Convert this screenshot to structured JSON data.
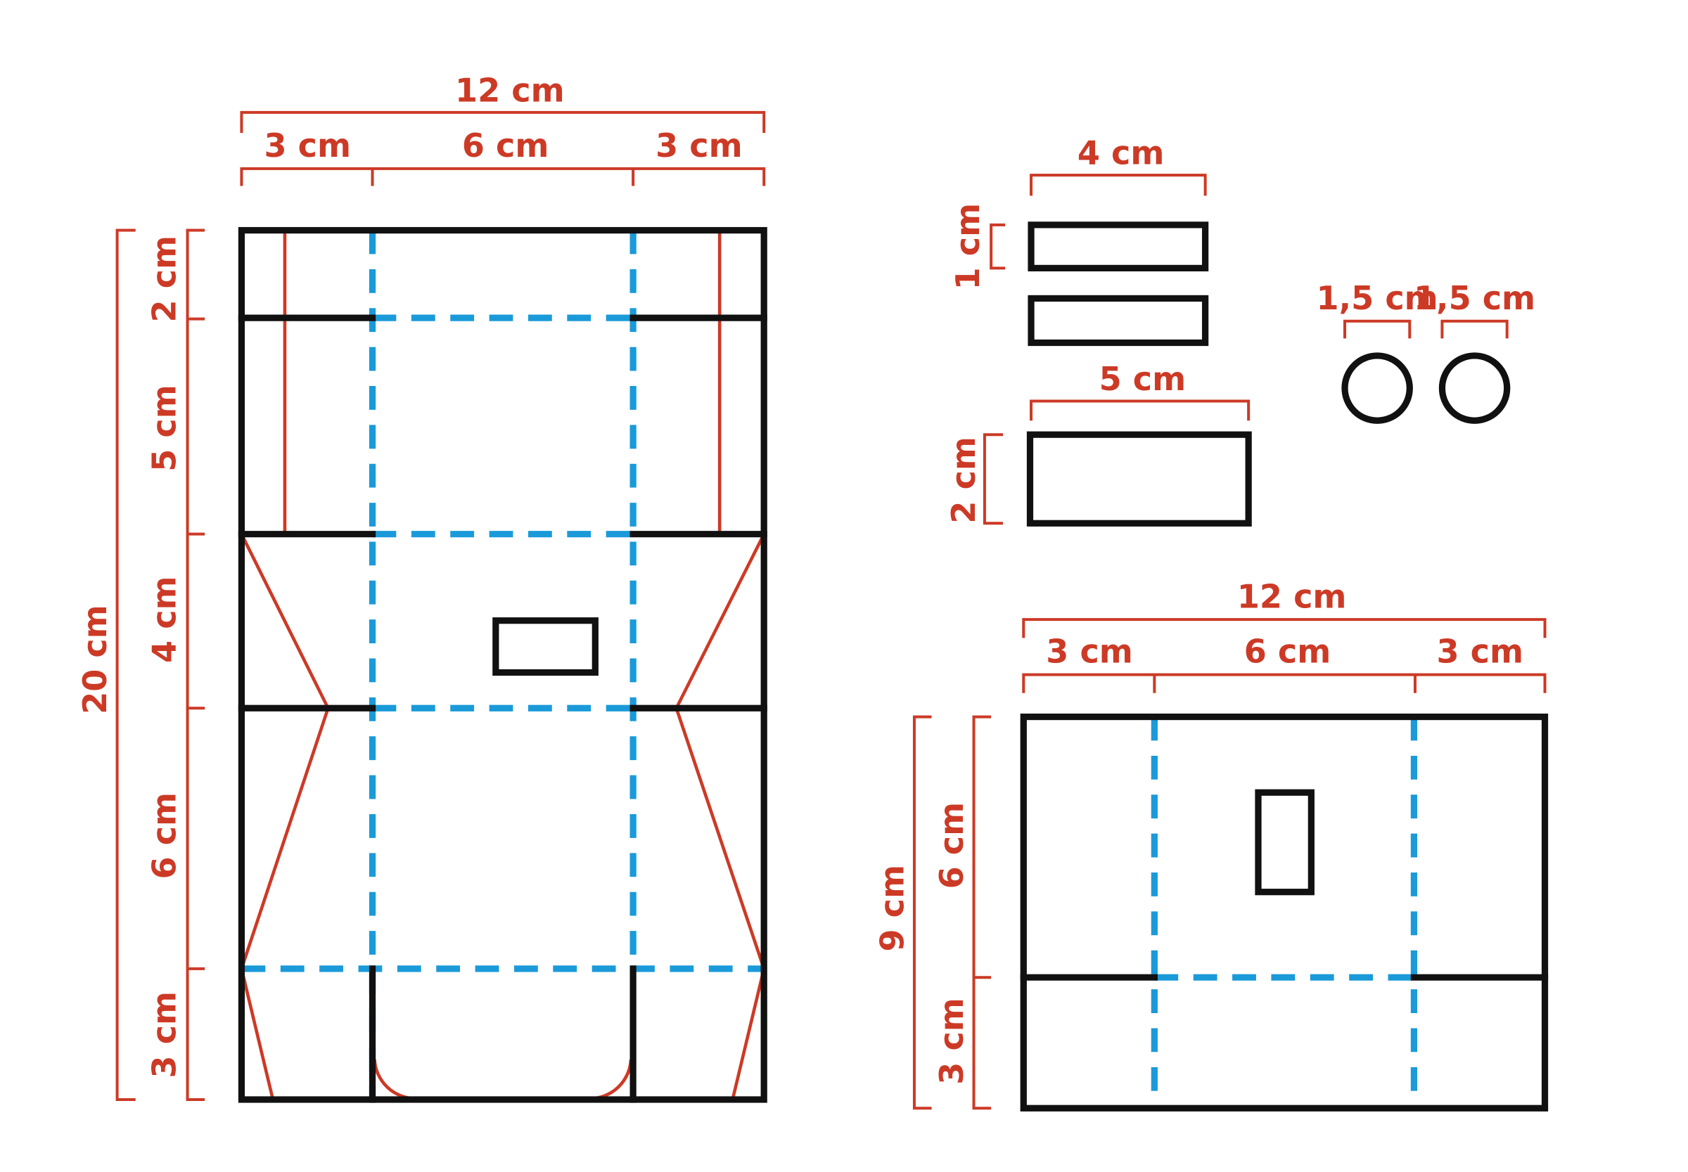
{
  "colors": {
    "cut": "#111111",
    "fold": "#1a9ad9",
    "guide": "#cc3a26"
  },
  "main_template": {
    "width_total": "12 cm",
    "width_left": "3 cm",
    "width_center": "6 cm",
    "width_right": "3 cm",
    "height_total": "20 cm",
    "height_1": "2 cm",
    "height_2": "5 cm",
    "height_3": "4 cm",
    "height_4": "6 cm",
    "height_5": "3 cm"
  },
  "strips": {
    "strip_width": "4 cm",
    "strip_height": "1 cm",
    "plate_width": "5 cm",
    "plate_height": "2 cm"
  },
  "circles": {
    "circle_1": "1,5 cm",
    "circle_2": "1,5 cm"
  },
  "lid_template": {
    "width_total": "12 cm",
    "width_left": "3 cm",
    "width_center": "6 cm",
    "width_right": "3 cm",
    "height_total": "9 cm",
    "height_top": "6 cm",
    "height_bottom": "3 cm"
  }
}
